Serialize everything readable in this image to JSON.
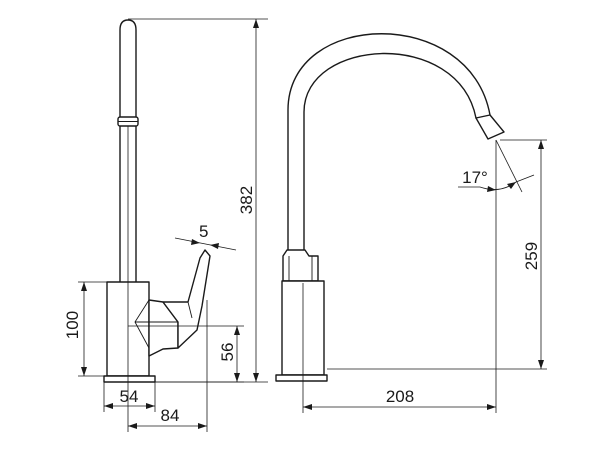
{
  "dimensions": {
    "total_height": "382",
    "lever_width": "5",
    "body_height": "100",
    "handle_height": "56",
    "base_depth": "54",
    "handle_reach": "84",
    "spout_height": "259",
    "spout_reach": "208",
    "spout_angle": "17°"
  },
  "colors": {
    "line": "#1a1a1a",
    "background": "#ffffff"
  }
}
